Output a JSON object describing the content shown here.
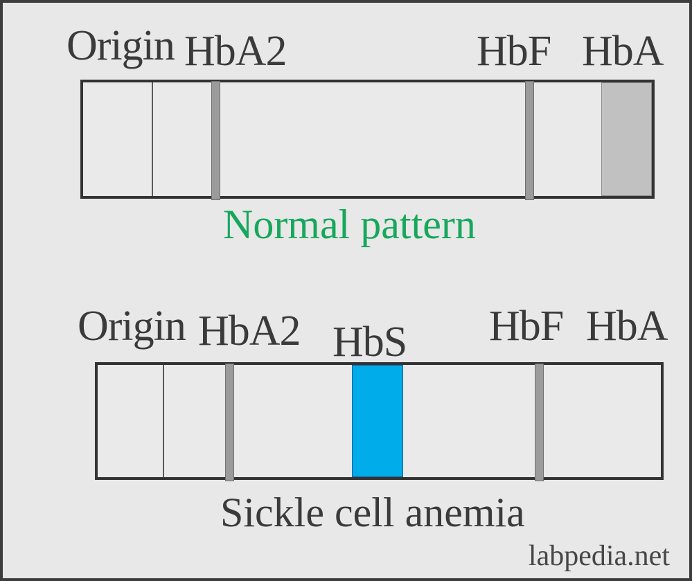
{
  "colors": {
    "page_bg": "#e8e8e8",
    "page_border": "#3d3d3d",
    "strip_bg": "#eaeaea",
    "strip_border": "#333333",
    "origin_line": "#5a5a5a",
    "band_gray": "#9b9b9b",
    "band_gray_border": "#6f6f6f",
    "band_wide_gray": "#c1c1c2",
    "band_wide_gray_border": "#8f8f8f",
    "band_blue": "#00ace9",
    "band_blue_border": "#1a5e9e",
    "caption_green": "#17a75b",
    "text_dark": "#3a3a3a",
    "watermark_color": "#474747"
  },
  "normal_panel": {
    "caption": "Normal pattern",
    "labels": {
      "origin": "Origin",
      "hba2": "HbA2",
      "hbf": "HbF",
      "hba": "HbA"
    },
    "bands": [
      {
        "name": "origin-line",
        "label": "Origin",
        "appearance": "thin dark vertical line"
      },
      {
        "name": "hba2-band",
        "label": "HbA2",
        "appearance": "narrow gray band"
      },
      {
        "name": "hbf-band",
        "label": "HbF",
        "appearance": "narrow gray band"
      },
      {
        "name": "hba-band",
        "label": "HbA",
        "appearance": "wide gray band at right edge"
      }
    ]
  },
  "sickle_panel": {
    "caption": "Sickle cell anemia",
    "labels": {
      "origin": "Origin",
      "hba2": "HbA2",
      "hbs": "HbS",
      "hbf": "HbF",
      "hba": "HbA"
    },
    "bands": [
      {
        "name": "origin-line",
        "label": "Origin",
        "appearance": "thin dark vertical line"
      },
      {
        "name": "hba2-band",
        "label": "HbA2",
        "appearance": "narrow gray band"
      },
      {
        "name": "hbs-band",
        "label": "HbS",
        "appearance": "wide blue band"
      },
      {
        "name": "hbf-band",
        "label": "HbF",
        "appearance": "narrow gray band"
      },
      {
        "name": "hba-band",
        "label": "HbA",
        "appearance": "absent (no band)"
      }
    ]
  },
  "watermark": "labpedia.net"
}
